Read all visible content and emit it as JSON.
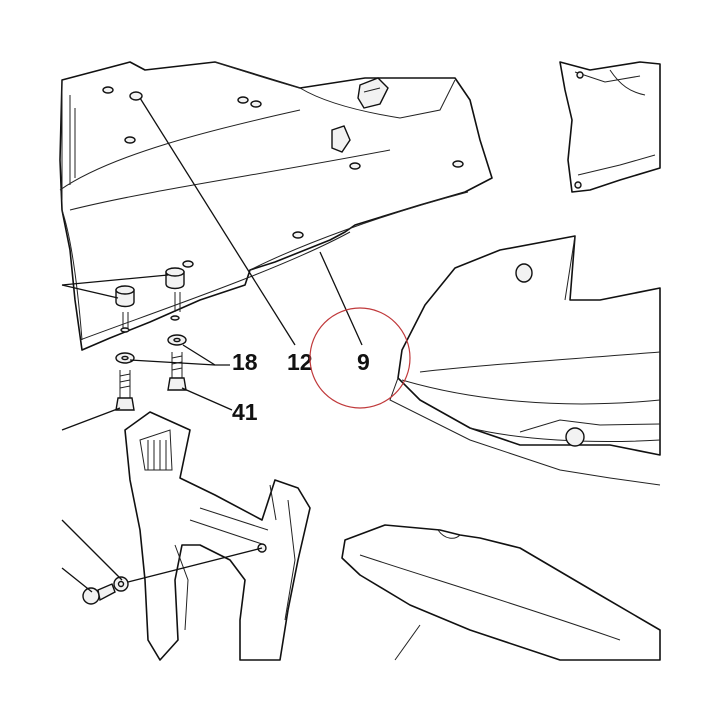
{
  "labels": {
    "p18": "18",
    "p12": "12",
    "p9": "9",
    "p41": "41"
  },
  "colors": {
    "line": "#111111",
    "callout": "#c0393b",
    "background": "#ffffff"
  }
}
